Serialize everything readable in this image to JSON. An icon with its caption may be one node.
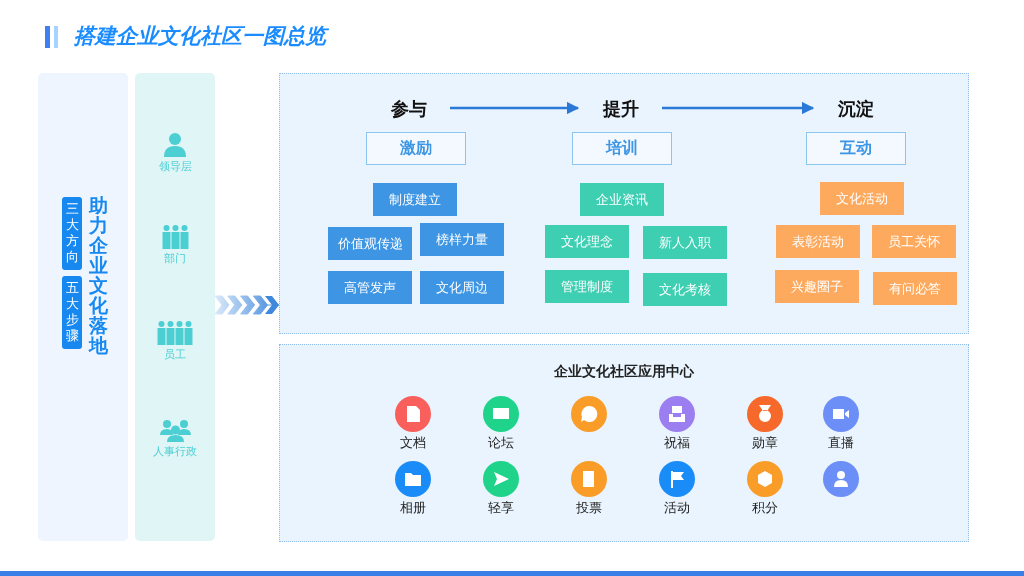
{
  "diagram": {
    "title": "搭建企业文化社区一图总览",
    "nodes": [
      {
        "text": [
          "助力企业文化落地"
        ]
      },
      {
        "text": [
          "三大方向"
        ],
        "in": 0
      },
      {
        "text": [
          "五大步骤"
        ],
        "in": 0
      },
      {
        "text": [],
        "shape": "box"
      },
      {
        "text": [],
        "shape": "box"
      },
      {
        "text": [
          "参与"
        ],
        "in": 4
      },
      {
        "text": [
          "提升"
        ],
        "in": 4
      },
      {
        "text": [
          "沉淀"
        ],
        "in": 4
      },
      {
        "text": [
          "激励"
        ],
        "in": 4
      },
      {
        "text": [
          "培训"
        ],
        "in": 4
      },
      {
        "text": [
          "互动"
        ],
        "in": 4
      },
      {
        "text": [
          "制度建立"
        ],
        "in": 4
      },
      {
        "text": [
          "价值观传递"
        ],
        "in": 4
      },
      {
        "text": [
          "榜样力量"
        ],
        "in": 4
      },
      {
        "text": [
          "高管发声"
        ],
        "in": 4
      },
      {
        "text": [
          "文化周边"
        ],
        "in": 4
      },
      {
        "text": [
          "企业资讯"
        ],
        "in": 4
      },
      {
        "text": [
          "文化理念"
        ],
        "in": 4
      },
      {
        "text": [
          "新人入职"
        ],
        "in": 4
      },
      {
        "text": [
          "管理制度"
        ],
        "in": 4
      },
      {
        "text": [
          "文化考核"
        ],
        "in": 4
      },
      {
        "text": [
          "文化活动"
        ],
        "in": 4
      },
      {
        "text": [
          "表彰活动"
        ],
        "in": 4
      },
      {
        "text": [
          "员工关怀"
        ],
        "in": 4
      },
      {
        "text": [
          "兴趣圈子"
        ],
        "in": 4
      },
      {
        "text": [
          "有问必答"
        ],
        "in": 4
      },
      {
        "text": [
          "企业文化社区应用中心"
        ]
      }
    ],
    "edges": [
      {
        "from": 3,
        "to": 4,
        "arrow": "to"
      },
      {
        "from": 5,
        "to": 6,
        "arrow": "to"
      },
      {
        "from": 6,
        "to": 7,
        "arrow": "to"
      }
    ],
    "labels": [
      "领导层",
      "部门",
      "员工",
      "人事行政",
      "文档",
      "论坛",
      "祝福",
      "勋章",
      "直播",
      "相册",
      "轻享",
      "投票",
      "活动",
      "积分"
    ]
  }
}
